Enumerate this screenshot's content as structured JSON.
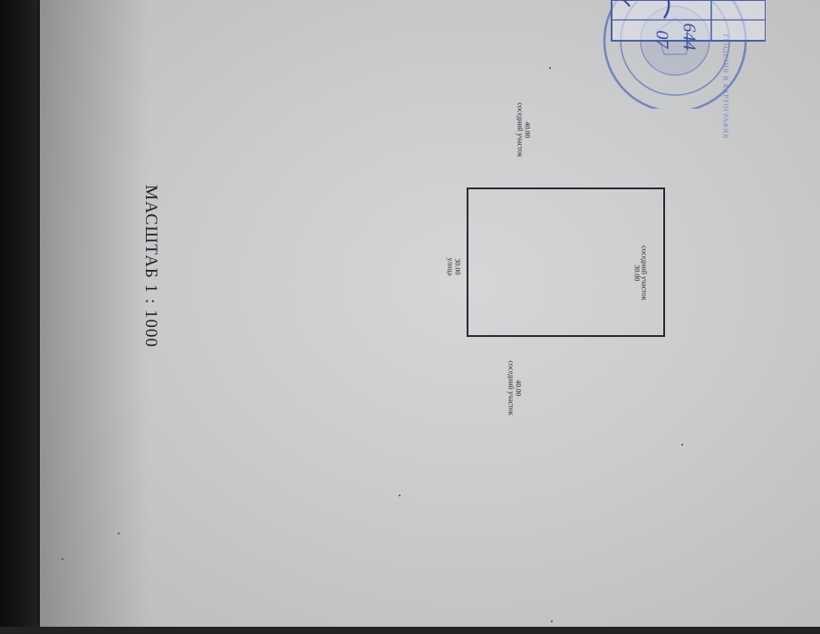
{
  "document": {
    "scale_text": "МАСШТАБ  1 : 1000",
    "plot_labels": {
      "top_name": "соседний участок",
      "top_value": "30.00",
      "bottom_name": "улица",
      "bottom_value": "30.00",
      "left_name": "соседний участок",
      "left_value": "40.00",
      "right_name": "соседний участок",
      "right_value": "40.00"
    },
    "stamp": {
      "handwritten_number": "644",
      "handwritten_date": "07",
      "ring_text": "ГЕОДЕЗИЯ И КАРТОГРАФИЯ"
    }
  },
  "colors": {
    "paper": "#c9cbcd",
    "ink": "#2a2a2c",
    "stamp_blue": "#5a6eb8",
    "background": "#1a1a1c"
  }
}
